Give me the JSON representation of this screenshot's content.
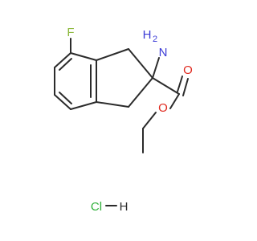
{
  "molecule": {
    "atoms": {
      "fluorine": {
        "label": "F",
        "color": "#8cb83c"
      },
      "amine_n": {
        "label": "N",
        "color": "#3b3bd6"
      },
      "amine_h2": {
        "label": "H",
        "color": "#3b3bd6"
      },
      "carbonyl_o": {
        "label": "O",
        "color": "#e0281e"
      },
      "ester_o": {
        "label": "O",
        "color": "#e0281e"
      },
      "salt_cl": {
        "label": "Cl",
        "color": "#2fb03a"
      },
      "salt_h": {
        "label": "H",
        "color": "#2b2b2b"
      }
    },
    "bond_color": "#2b2b2b"
  }
}
